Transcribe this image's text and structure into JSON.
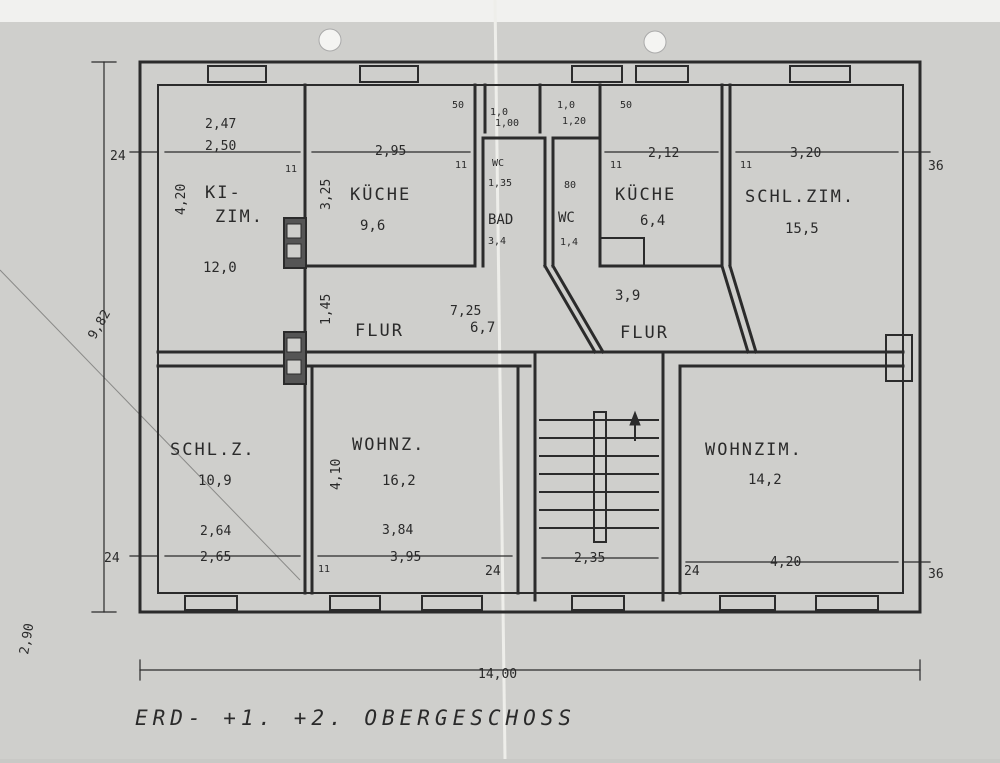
{
  "drawing": {
    "title": "ERD- +1. +2. OBERGESCHOSS",
    "total_width": "14,00",
    "height_dim": "9,82",
    "side_note": "2,90"
  },
  "rooms": {
    "kinderzimmer": {
      "label_1": "KI-",
      "label_2": "ZIM.",
      "area": "12,0",
      "width": "2,50",
      "width_old": "2,47",
      "depth": "4,20"
    },
    "kueche_left": {
      "label": "KÜCHE",
      "area": "9,6",
      "width": "2,95",
      "depth": "3,25"
    },
    "wc_left": {
      "label": "WC",
      "area": "1,35"
    },
    "bad": {
      "label": "BAD",
      "area": "3,4",
      "width": "1,0",
      "sub": "1,00"
    },
    "wc_right": {
      "label": "WC",
      "area": "1,4",
      "width": "80",
      "width_top": "1,0",
      "sub": "1,20"
    },
    "kueche_right": {
      "label": "KÜCHE",
      "area": "6,4",
      "width": "2,12"
    },
    "schlafzimmer_right": {
      "label": "SCHL.ZIM.",
      "area": "15,5",
      "width": "3,20"
    },
    "flur_left": {
      "label": "FLUR",
      "area": "6,7",
      "dim": "7,25",
      "dim2": "1,45"
    },
    "flur_right": {
      "label": "FLUR",
      "area": "3,9"
    },
    "schlafzimmer_left": {
      "label": "SCHL.Z.",
      "area": "10,9",
      "width": "2,65",
      "width_old": "2,64"
    },
    "wohnzimmer_left": {
      "label": "WOHNZ.",
      "area": "16,2",
      "width": "3,95",
      "width_old": "3,84",
      "depth": "4,10"
    },
    "stair": {
      "width": "2,35"
    },
    "wohnzimmer_right": {
      "label": "WOHNZIM.",
      "area": "14,2",
      "width": "4,20"
    }
  },
  "dims": {
    "d24": "24",
    "d36": "36",
    "d11": "11",
    "d50": "50"
  }
}
